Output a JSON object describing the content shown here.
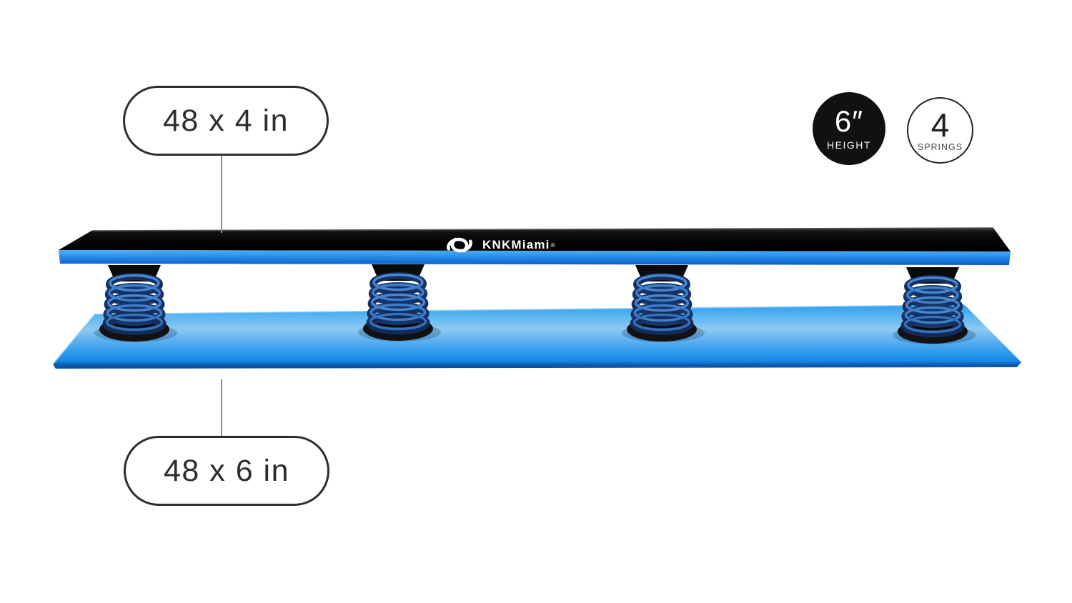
{
  "callouts": {
    "top_board_dimension": "48 x 4 in",
    "bottom_board_dimension": "48 x 6 in"
  },
  "badges": {
    "height": {
      "value": "6″",
      "label": "HEIGHT"
    },
    "springs": {
      "value": "4",
      "label": "SPRINGS"
    }
  },
  "brand": {
    "name": "KNKMiami",
    "mark": "®",
    "logo_icon": "knot-swirl-icon"
  },
  "colors": {
    "board_blue": "#2d9fee",
    "board_blue_highlight": "#8ec9f1",
    "board_blue_dark_rim": "#0d5cb0",
    "board_black": "#070707",
    "spring_coil_blue": "#2458a6",
    "spring_coil_dark": "#142f60",
    "badge_black": "#111111",
    "outline_gray": "#2e2e2e",
    "leader_line_gray": "#8d8d8d"
  }
}
